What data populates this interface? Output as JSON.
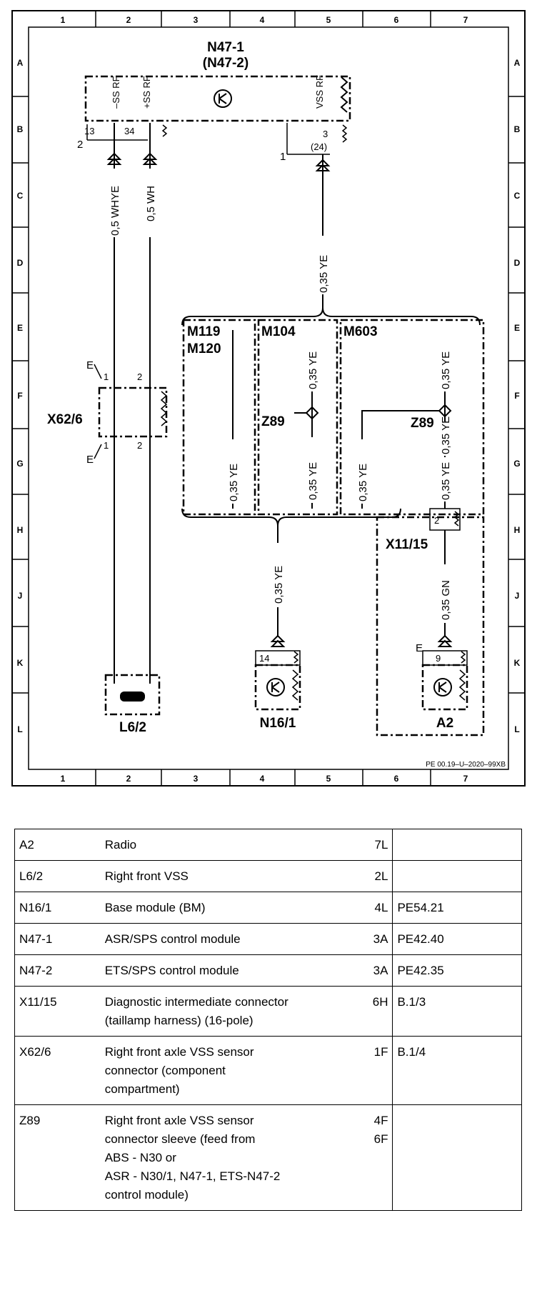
{
  "diagram": {
    "grid_columns": [
      "1",
      "2",
      "3",
      "4",
      "5",
      "6",
      "7"
    ],
    "grid_rows": [
      "A",
      "B",
      "C",
      "D",
      "E",
      "F",
      "G",
      "H",
      "J",
      "K",
      "L"
    ],
    "components": {
      "n47_1": "N47-1",
      "n47_2": "(N47-2)",
      "x62_6": "X62/6",
      "l6_2": "L6/2",
      "n16_1": "N16/1",
      "a2": "A2",
      "x11_15": "X11/15",
      "z89_left": "Z89",
      "z89_right": "Z89",
      "m119": "M119",
      "m120": "M120",
      "m104": "M104",
      "m603": "M603"
    },
    "pin_labels": {
      "ss_minus": "–SS RF",
      "ss_plus": "+SS RF",
      "vss_rf": "VSS RF",
      "pin13": "13",
      "pin34": "34",
      "pin3": "3",
      "pin24": "(24)",
      "lead2": "2",
      "lead1": "1",
      "x62_top_1": "1",
      "x62_top_2": "2",
      "x62_bot_1": "1",
      "x62_bot_2": "2",
      "x62_e_top": "E",
      "x62_e_bot": "E",
      "x11_pin": "2",
      "n16_pin": "14",
      "a2_pin": "9",
      "a2_e": "E"
    },
    "wire_labels": {
      "whye": "0,5 WHYE",
      "wh": "0,5 WH",
      "ye_main": "0,35 YE",
      "m119_ye": "0,35 YE",
      "m104_top": "0,35 YE",
      "m104_bot": "0,35 YE",
      "m603_left": "0,35 YE",
      "m603_top": "0,35 YE",
      "m603_mid": "0,35 YE",
      "m603_low": "0,35 YE",
      "n16_ye": "0,35 YE",
      "gn": "0,35 GN"
    },
    "reference": "PE 00.19–U–2020–99XB"
  },
  "legend": [
    {
      "code": "A2",
      "description": "Radio",
      "location": "7L",
      "page": ""
    },
    {
      "code": "L6/2",
      "description": "Right front VSS",
      "location": "2L",
      "page": ""
    },
    {
      "code": "N16/1",
      "description": "Base module (BM)",
      "location": "4L",
      "page": "PE54.21"
    },
    {
      "code": "N47-1",
      "description": "ASR/SPS control module",
      "location": "3A",
      "page": "PE42.40"
    },
    {
      "code": "N47-2",
      "description": "ETS/SPS control module",
      "location": "3A",
      "page": "PE42.35"
    },
    {
      "code": "X11/15",
      "description": "Diagnostic intermediate connector\n(taillamp harness) (16-pole)",
      "location": "6H",
      "page": "B.1/3"
    },
    {
      "code": "X62/6",
      "description": "Right front axle VSS sensor\nconnector (component\ncompartment)",
      "location": "1F",
      "page": "B.1/4"
    },
    {
      "code": "Z89",
      "description": "Right front axle VSS sensor\nconnector sleeve (feed from\nABS - N30 or\nASR - N30/1, N47-1, ETS-N47-2\ncontrol module)",
      "location": "4F\n6F",
      "page": ""
    }
  ]
}
